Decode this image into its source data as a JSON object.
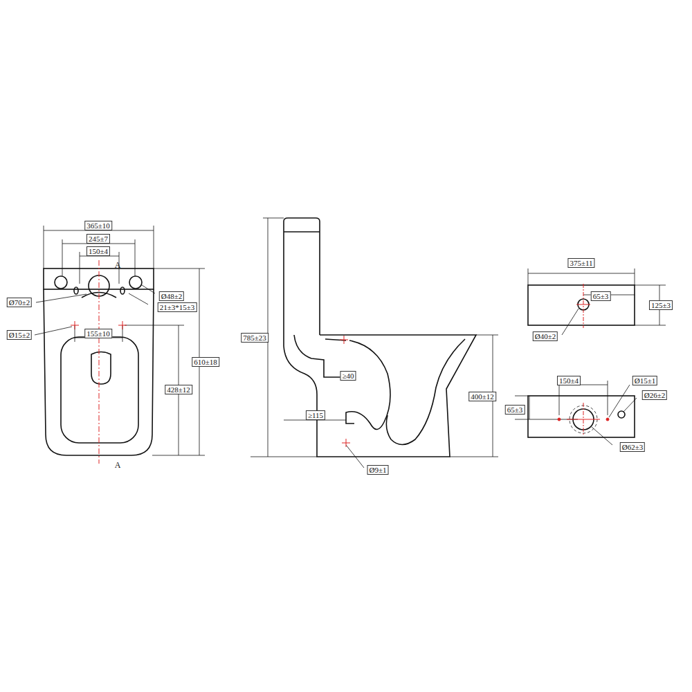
{
  "diagram": {
    "labels": [
      "365±10",
      "245±7",
      "150±4",
      "A",
      "Ø48±2",
      "Ø70±2",
      "21±3*15±3",
      "Ø15±2",
      "155±10",
      "610±18",
      "428±12",
      "A",
      "785±23",
      "≥40",
      "≥115",
      "400±12",
      "Ø9±1",
      "375±11",
      "65±3",
      "125±3",
      "Ø40±2",
      "150±4",
      "Ø15±1",
      "Ø26±2",
      "65±3",
      "Ø62±3"
    ]
  }
}
